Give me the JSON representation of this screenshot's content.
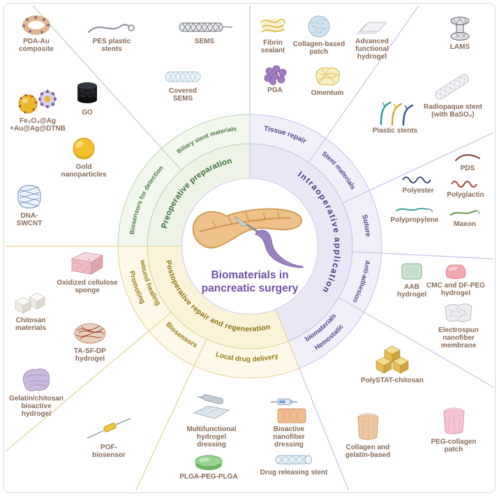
{
  "center": {
    "title_line1": "Biomaterials in",
    "title_line2": "pancreatic surgery"
  },
  "ring": {
    "main_labels": {
      "preoperative": "Preoperative preparation",
      "intraoperative": "Intraoperative application",
      "postoperative": "Postoperative repair and regeneration"
    },
    "sub_labels": {
      "biosensors_detection": "Biosensors for detection",
      "biliary_stent": "Biliary stent materials",
      "tissue_repair": "Tissue repair",
      "stent_materials": "Stent materials",
      "suture": "Suture",
      "anti_adhesion": "Anti-adhesion",
      "hemostatic_1": "Hemostatic",
      "hemostatic_2": "biomaterials",
      "local_drug": "Local drug delivery",
      "biosensors": "Biosensors",
      "promoting_1": "Promoting",
      "promoting_2": "wound healing"
    }
  },
  "items": {
    "pda_au": "PDA-Au composite",
    "pes": "PES plastic stents",
    "sems": "SEMS",
    "go": "GO",
    "covered_sems": "Covered SEMS",
    "fe3o4": "Fe₃O₄@Ag +Au@Ag@DTNB",
    "gold_np": "Gold nanoparticles",
    "dna_swcnt": "DNA-SWCNT",
    "fibrin": "Fibrin sealant",
    "collagen_patch": "Collagen-based patch",
    "adv_hydrogel": "Advanced functional hydrogel",
    "lams": "LAMS",
    "pga": "PGA",
    "omentum": "Omentum",
    "plastic_stents": "Plastic stents",
    "radiopaque": "Radiopaque stent (with BaSO₄)",
    "pds": "PDS",
    "polyester": "Polyester",
    "polyglactin": "Polyglactin",
    "polypropylene": "Polypropylene",
    "maxon": "Maxon",
    "cmc": "CMC and DF-PEG hydrogel",
    "aab": "AAB hydrogel",
    "electrospun": "Electrospun nanofiber membrane",
    "polystat": "PolySTAT-chitosan",
    "collagen_gelatin": "Collagen and gelatin-based",
    "peg_collagen": "PEG-collagen patch",
    "ocs": "Oxidized cellulose sponge",
    "chitosan": "Chitosan materials",
    "tasfdp": "TA-SF-DP hydrogel",
    "gel_chit": "Gelatin/chitosan bioactive hydrogel",
    "pof": "POF-biosensor",
    "multi_dressing": "Multifunctional hydrogel dressing",
    "bioactive_nano": "Bioactive nanofiber dressing",
    "plga": "PLGA-PEG-PLGA",
    "drug_stent": "Drug releasing stent"
  },
  "colors": {
    "preoperative_accent": "#3c6e34",
    "intraoperative_accent": "#46397e",
    "postoperative_accent": "#8e6e16",
    "title": "#6f4fa5"
  }
}
